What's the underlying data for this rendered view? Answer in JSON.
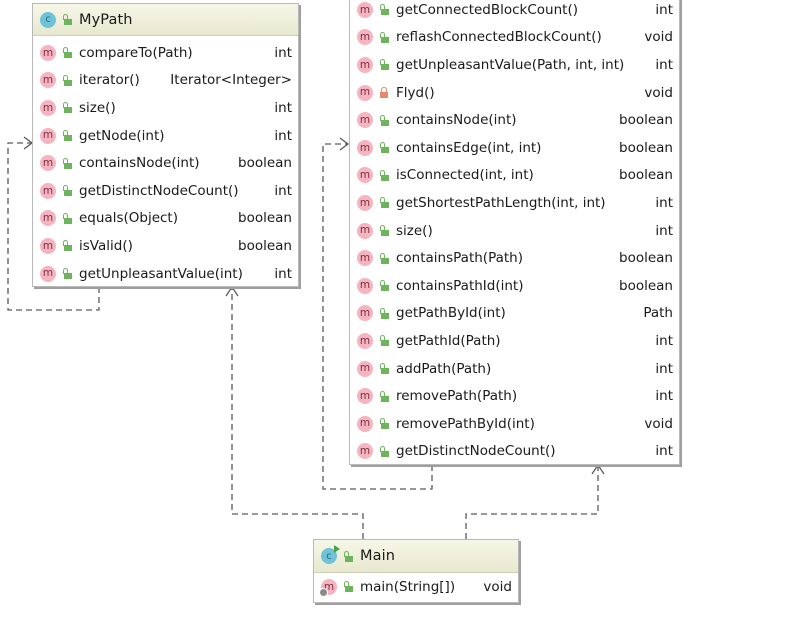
{
  "classes": {
    "mypath": {
      "name": "MyPath",
      "kind_icon": "class-icon",
      "visibility": "public",
      "methods": [
        {
          "name": "compareTo(Path)",
          "type": "int",
          "visibility": "public"
        },
        {
          "name": "iterator()",
          "type": "Iterator<Integer>",
          "visibility": "public"
        },
        {
          "name": "size()",
          "type": "int",
          "visibility": "public"
        },
        {
          "name": "getNode(int)",
          "type": "int",
          "visibility": "public"
        },
        {
          "name": "containsNode(int)",
          "type": "boolean",
          "visibility": "public"
        },
        {
          "name": "getDistinctNodeCount()",
          "type": "int",
          "visibility": "public"
        },
        {
          "name": "equals(Object)",
          "type": "boolean",
          "visibility": "public"
        },
        {
          "name": "isValid()",
          "type": "boolean",
          "visibility": "public"
        },
        {
          "name": "getUnpleasantValue(int)",
          "type": "int",
          "visibility": "public"
        }
      ]
    },
    "graph": {
      "methods": [
        {
          "name": "getConnectedBlockCount()",
          "type": "int",
          "visibility": "public"
        },
        {
          "name": "reflashConnectedBlockCount()",
          "type": "void",
          "visibility": "public"
        },
        {
          "name": "getUnpleasantValue(Path, int, int)",
          "type": "int",
          "visibility": "public"
        },
        {
          "name": "Flyd()",
          "type": "void",
          "visibility": "private"
        },
        {
          "name": "containsNode(int)",
          "type": "boolean",
          "visibility": "public"
        },
        {
          "name": "containsEdge(int, int)",
          "type": "boolean",
          "visibility": "public"
        },
        {
          "name": "isConnected(int, int)",
          "type": "boolean",
          "visibility": "public"
        },
        {
          "name": "getShortestPathLength(int, int)",
          "type": "int",
          "visibility": "public"
        },
        {
          "name": "size()",
          "type": "int",
          "visibility": "public"
        },
        {
          "name": "containsPath(Path)",
          "type": "boolean",
          "visibility": "public"
        },
        {
          "name": "containsPathId(int)",
          "type": "boolean",
          "visibility": "public"
        },
        {
          "name": "getPathById(int)",
          "type": "Path",
          "visibility": "public"
        },
        {
          "name": "getPathId(Path)",
          "type": "int",
          "visibility": "public"
        },
        {
          "name": "addPath(Path)",
          "type": "int",
          "visibility": "public"
        },
        {
          "name": "removePath(Path)",
          "type": "int",
          "visibility": "public"
        },
        {
          "name": "removePathById(int)",
          "type": "void",
          "visibility": "public"
        },
        {
          "name": "getDistinctNodeCount()",
          "type": "int",
          "visibility": "public"
        }
      ]
    },
    "main": {
      "name": "Main",
      "kind_icon": "runnable-class-icon",
      "visibility": "public",
      "methods": [
        {
          "name": "main(String[])",
          "type": "void",
          "visibility": "public",
          "static": true
        }
      ]
    }
  },
  "relations": [
    {
      "from": "mypath",
      "to": "mypath",
      "kind": "dependency",
      "style": "dashed-open-arrow"
    },
    {
      "from": "graph",
      "to": "graph",
      "kind": "dependency",
      "style": "dashed-open-arrow"
    },
    {
      "from": "main",
      "to": "mypath",
      "kind": "dependency",
      "style": "dashed-open-arrow"
    },
    {
      "from": "main",
      "to": "graph",
      "kind": "dependency",
      "style": "dashed-open-arrow"
    }
  ],
  "icon_glyphs": {
    "class": "c",
    "method": "m"
  },
  "colors": {
    "header_bg": "#ebecd6",
    "class_icon": "#6fc3d9",
    "method_icon": "#f6b3c0",
    "public_lock": "#6eb45c",
    "private_lock": "#e8886a",
    "edge": "#555555"
  }
}
